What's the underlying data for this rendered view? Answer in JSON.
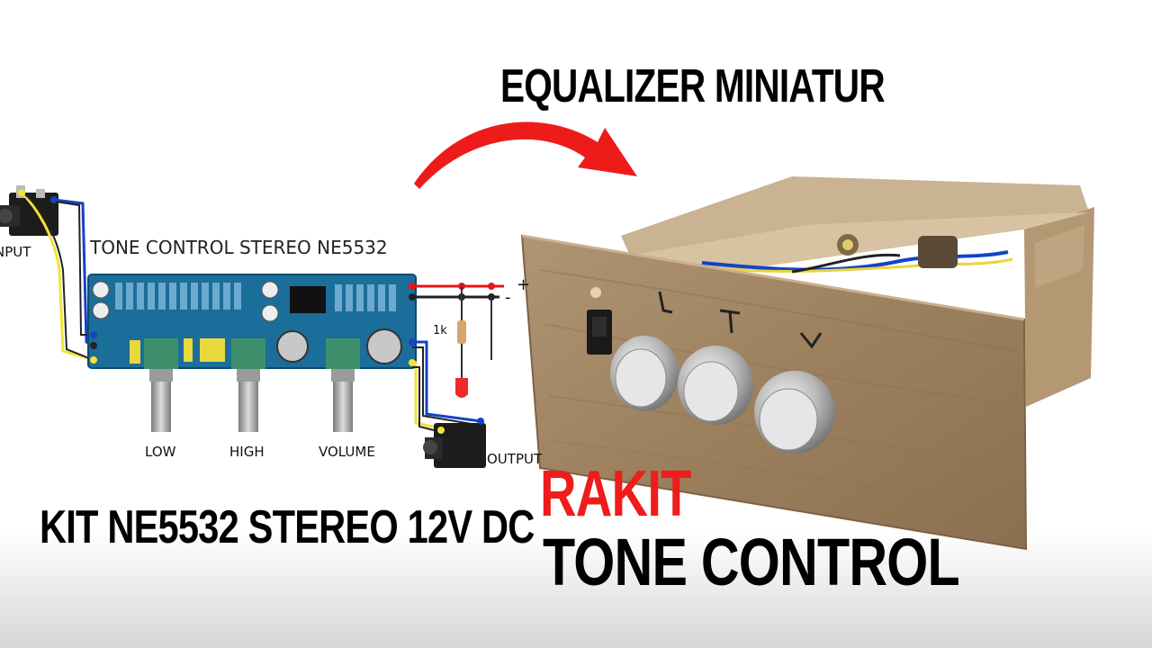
{
  "headline": {
    "top_title": "EQUALIZER MINIATUR",
    "kit": "KIT NE5532 STEREO 12V DC",
    "rakit": "RAKIT",
    "tone_control": "TONE CONTROL"
  },
  "diagram": {
    "board_title": "TONE CONTROL STEREO NE5532",
    "input_label": "NPUT",
    "output_label": "OUTPUT",
    "knob_labels": [
      "LOW",
      "HIGH",
      "VOLUME"
    ],
    "resistor_label": "1k",
    "minus_sign": "-",
    "plus_sign": "+"
  },
  "box": {
    "panel_letters": [
      "L",
      "T",
      "V"
    ]
  },
  "colors": {
    "arrow": "#ee1b1b",
    "rakit_text": "#ef1c1c",
    "pcb": "#1b6d9a",
    "wire_red": "#e8141a",
    "wire_blue": "#1443c4",
    "wire_yellow": "#f1e33a",
    "wood": "#a88d6c"
  }
}
